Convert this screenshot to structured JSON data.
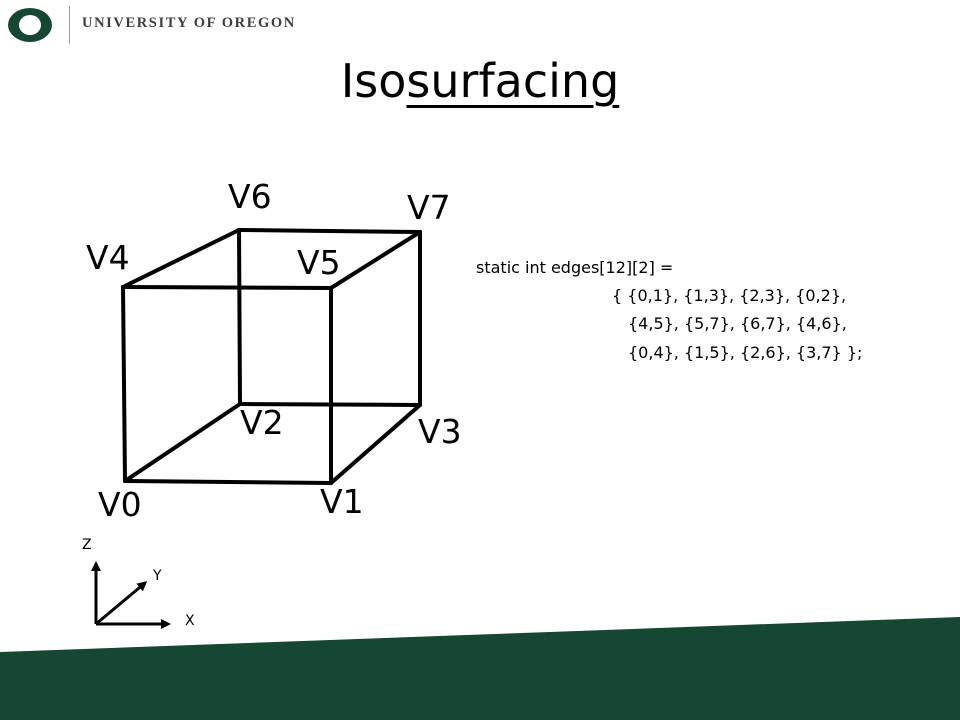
{
  "header": {
    "logo_text": "UNIVERSITY OF OREGON",
    "logo_color": "#154733"
  },
  "slide": {
    "title_prefix": "Iso",
    "title_underlined": "surfacing"
  },
  "vertices": {
    "v0": "V0",
    "v1": "V1",
    "v2": "V2",
    "v3": "V3",
    "v4": "V4",
    "v5": "V5",
    "v6": "V6",
    "v7": "V7"
  },
  "axes": {
    "x": "X",
    "y": "Y",
    "z": "Z"
  },
  "code": {
    "line1": "static int edges[12][2] =",
    "line2": "{ {0,1}, {1,3}, {2,3}, {0,2},",
    "line3": "{4,5}, {5,7}, {6,7}, {4,6},",
    "line4": "{0,4}, {1,5}, {2,6}, {3,7} };"
  },
  "colors": {
    "footer_green": "#154733",
    "line": "#000000"
  }
}
